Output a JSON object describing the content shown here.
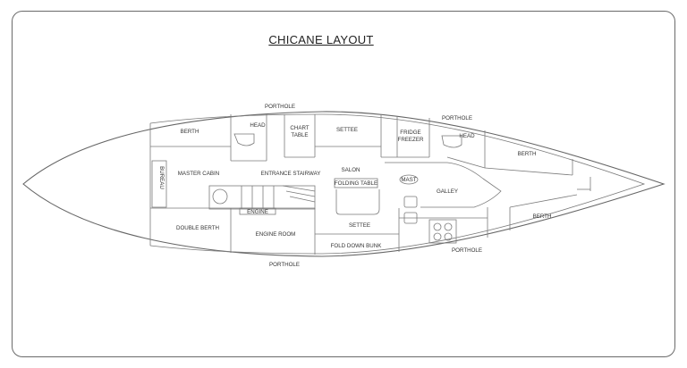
{
  "title": "CHICANE LAYOUT",
  "labels": {
    "porthole_top": "PORTHOLE",
    "porthole_top_right": "PORTHOLE",
    "porthole_bottom": "PORTHOLE",
    "porthole_bottom_right": "PORTHOLE",
    "berth_aft": "BERTH",
    "head_aft": "HEAD",
    "chart_table": [
      "CHART",
      "TABLE"
    ],
    "settee_top": "SETTEE",
    "fridge_freezer": [
      "FRIDGE",
      "FREEZER"
    ],
    "head_fwd": "HEAD",
    "berth_fwd_top": "BERTH",
    "bureau": "BUREAU",
    "master_cabin": "MASTER CABIN",
    "entrance_stairway": "ENTRANCE STAIRWAY",
    "salon": "SALON",
    "folding_table": "FOLDING TABLE",
    "mast": "MAST",
    "galley": "GALLEY",
    "engine": "ENGINE",
    "double_berth": "DOUBLE BERTH",
    "engine_room": "ENGINE ROOM",
    "settee_bottom": "SETTEE",
    "fold_down_bunk": "FOLD DOWN BUNK",
    "berth_fwd_bottom": "BERTH"
  }
}
